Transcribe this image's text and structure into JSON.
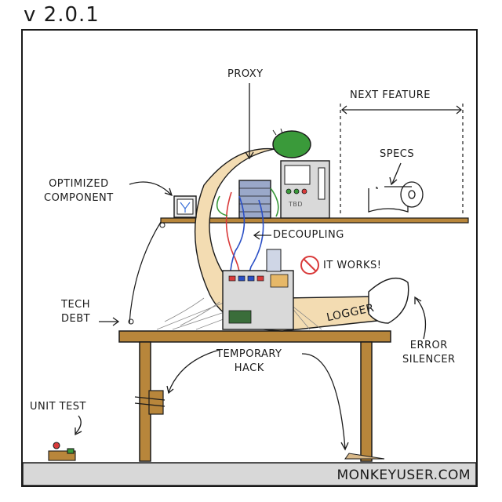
{
  "version": "v 2.0.1",
  "labels": {
    "proxy": "PROXY",
    "next_feature": "NEXT FEATURE",
    "specs": "SPECS",
    "optimized_component_1": "OPTIMIZED",
    "optimized_component_2": "COMPONENT",
    "decoupling": "DECOUPLING",
    "it_works": "IT WORKS!",
    "tech_debt_1": "TECH",
    "tech_debt_2": "DEBT",
    "logger": "LOGGER",
    "error_silencer_1": "ERROR",
    "error_silencer_2": "SILENCER",
    "temporary_hack_1": "TEMPORARY",
    "temporary_hack_2": "HACK",
    "unit_test": "UNIT TEST",
    "tbd": "TBD"
  },
  "credit": "MONKEYUSER.COM",
  "colors": {
    "wood": "#b8863b",
    "wood_dark": "#7a5523",
    "logger_arm": "#f3dcb2",
    "machine_gray": "#d9d9d9",
    "ground": "#d8d8d8",
    "proxy_green": "#3a9a3a"
  }
}
